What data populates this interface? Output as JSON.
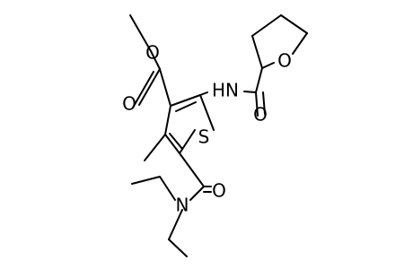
{
  "atoms": {
    "ester_o_top": "O",
    "ester_o_carbonyl": "O",
    "amide_nh": "HN",
    "thf_o": "O",
    "amide_o": "O",
    "ring_s": "S",
    "diethyl_o": "O",
    "diethyl_n": "N"
  }
}
